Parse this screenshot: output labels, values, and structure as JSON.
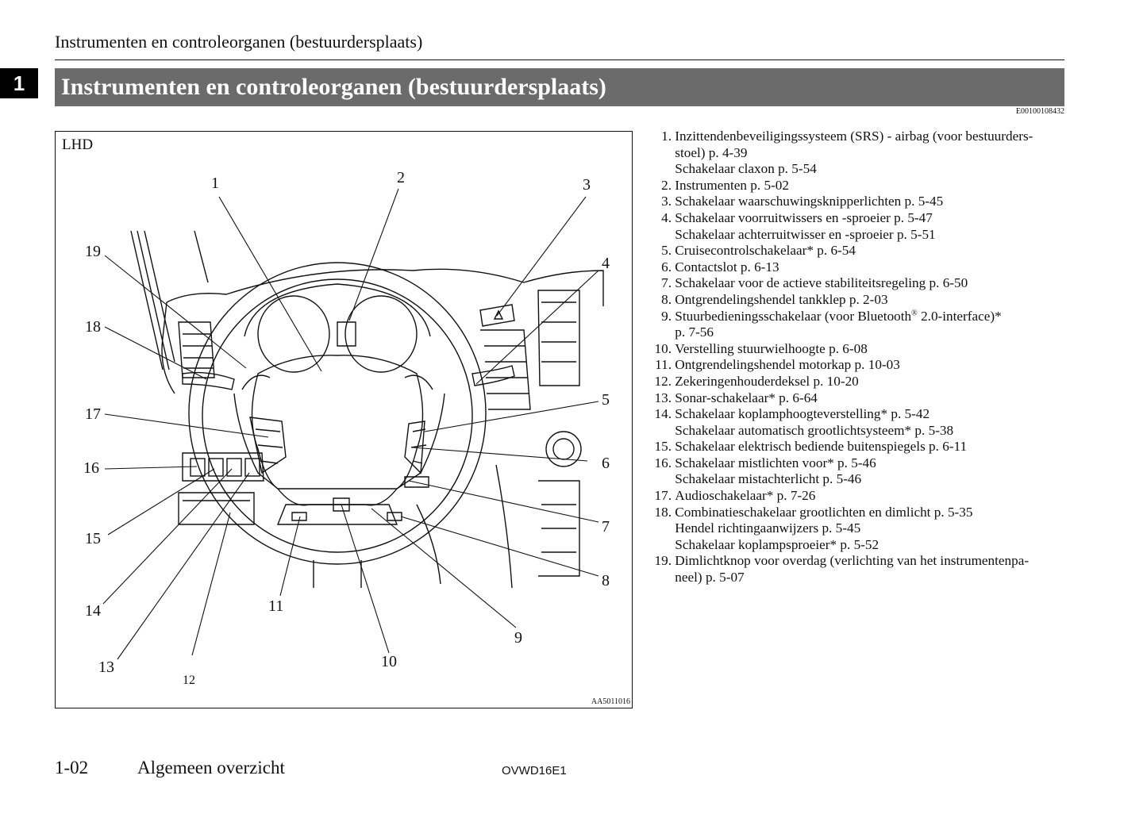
{
  "header": {
    "running_title": "Instrumenten en controleorganen (bestuurdersplaats)",
    "chapter_number": "1",
    "section_title": "Instrumenten en controleorganen (bestuurdersplaats)",
    "section_code": "E00100108432"
  },
  "figure": {
    "tag": "LHD",
    "code": "AA5011016",
    "callouts": [
      "1",
      "2",
      "3",
      "4",
      "5",
      "6",
      "7",
      "8",
      "9",
      "10",
      "11",
      "12",
      "13",
      "14",
      "15",
      "16",
      "17",
      "18",
      "19"
    ]
  },
  "legend": {
    "items": [
      {
        "num": "1.",
        "text": "Inzittendenbeveiligingssysteem (SRS) - airbag (voor bestuurders-"
      },
      {
        "num": "",
        "text": "stoel) p. 4-39"
      },
      {
        "num": "",
        "text": "Schakelaar claxon p. 5-54"
      },
      {
        "num": "2.",
        "text": "Instrumenten p. 5-02"
      },
      {
        "num": "3.",
        "text": "Schakelaar waarschuwingsknipperlichten p. 5-45"
      },
      {
        "num": "4.",
        "text": "Schakelaar voorruitwissers en -sproeier p. 5-47"
      },
      {
        "num": "",
        "text": "Schakelaar achterruitwisser en -sproeier p. 5-51"
      },
      {
        "num": "5.",
        "text": "Cruisecontrolschakelaar* p. 6-54"
      },
      {
        "num": "6.",
        "text": "Contactslot p. 6-13"
      },
      {
        "num": "7.",
        "text": "Schakelaar voor de actieve stabiliteitsregeling p. 6-50"
      },
      {
        "num": "8.",
        "text": "Ontgrendelingshendel tankklep p. 2-03"
      },
      {
        "num": "9.",
        "text": "Stuurbedieningsschakelaar (voor Bluetooth",
        "sup": "®",
        "text_after": " 2.0-interface)*"
      },
      {
        "num": "",
        "text": "p. 7-56"
      },
      {
        "num": "10.",
        "text": "Verstelling stuurwielhoogte p. 6-08"
      },
      {
        "num": "11.",
        "text": "Ontgrendelingshendel motorkap p. 10-03"
      },
      {
        "num": "12.",
        "text": "Zekeringenhouderdeksel p. 10-20"
      },
      {
        "num": "13.",
        "text": "Sonar-schakelaar* p. 6-64"
      },
      {
        "num": "14.",
        "text": "Schakelaar koplamphoogteverstelling* p. 5-42"
      },
      {
        "num": "",
        "text": "Schakelaar automatisch grootlichtsysteem* p. 5-38"
      },
      {
        "num": "15.",
        "text": "Schakelaar elektrisch bediende buitenspiegels p. 6-11"
      },
      {
        "num": "16.",
        "text": "Schakelaar mistlichten voor* p. 5-46"
      },
      {
        "num": "",
        "text": "Schakelaar mistachterlicht p. 5-46"
      },
      {
        "num": "17.",
        "text": "Audioschakelaar* p. 7-26"
      },
      {
        "num": "18.",
        "text": "Combinatieschakelaar grootlichten en dimlicht p. 5-35"
      },
      {
        "num": "",
        "text": "Hendel richtingaanwijzers p. 5-45"
      },
      {
        "num": "",
        "text": "Schakelaar koplampsproeier* p. 5-52"
      },
      {
        "num": "19.",
        "text": "Dimlichtknop voor overdag (verlichting van het instrumentenpa-"
      },
      {
        "num": "",
        "text": "neel) p. 5-07"
      }
    ]
  },
  "footer": {
    "page": "1-02",
    "section": "Algemeen overzicht",
    "code": "OVWD16E1"
  }
}
